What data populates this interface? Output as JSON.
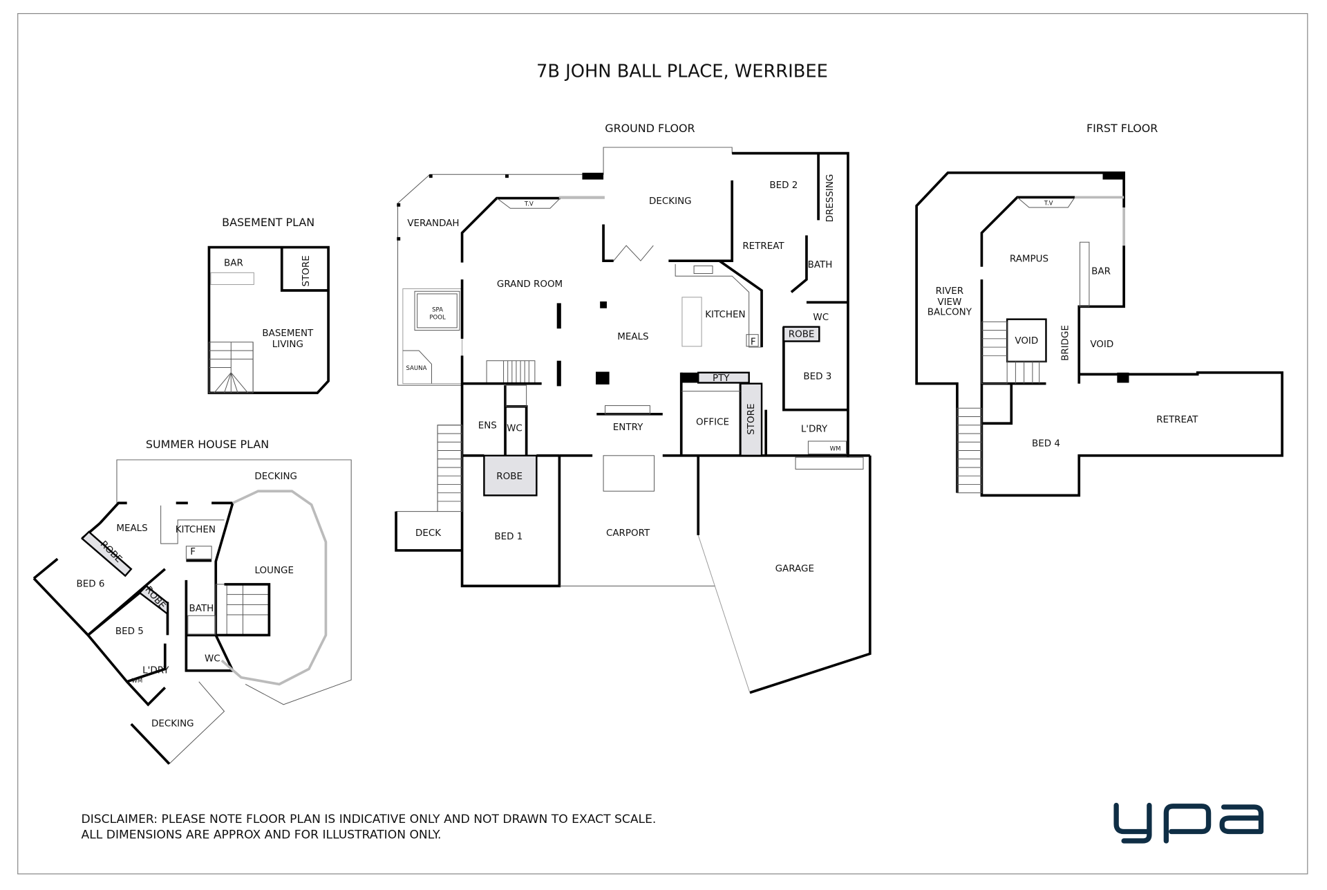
{
  "title": "7B JOHN BALL PLACE, WERRIBEE",
  "plans": {
    "ground_floor": {
      "heading": "GROUND FLOOR",
      "rooms": {
        "verandah": "VERANDAH",
        "grand_room": "GRAND ROOM",
        "decking": "DECKING",
        "bed2": "BED 2",
        "dressing": "DRESSING",
        "retreat": "RETREAT",
        "bath": "BATH",
        "kitchen": "KITCHEN",
        "meals": "MEALS",
        "wc": "WC",
        "robe": "ROBE",
        "bed3": "BED 3",
        "pty": "PTY",
        "office": "OFFICE",
        "store": "STORE",
        "ldry": "L'DRY",
        "entry": "ENTRY",
        "ens": "ENS",
        "wc2": "WC",
        "robe2": "ROBE",
        "bed1": "BED 1",
        "deck": "DECK",
        "carport": "CARPORT",
        "garage": "GARAGE",
        "spa": "SPA",
        "pool": "POOL",
        "sauna": "SAUNA",
        "tv": "T.V",
        "fridge": "F",
        "wm": "WM"
      }
    },
    "first_floor": {
      "heading": "FIRST FLOOR",
      "rooms": {
        "balcony1": "RIVER",
        "balcony2": "VIEW",
        "balcony3": "BALCONY",
        "rampus": "RAMPUS",
        "bar": "BAR",
        "void1": "VOID",
        "bridge": "BRIDGE",
        "void2": "VOID",
        "bed4": "BED 4",
        "retreat": "RETREAT",
        "tv": "T.V"
      }
    },
    "basement": {
      "heading": "BASEMENT PLAN",
      "rooms": {
        "bar": "BAR",
        "store": "STORE",
        "living1": "BASEMENT",
        "living2": "LIVING"
      }
    },
    "summer_house": {
      "heading": "SUMMER HOUSE PLAN",
      "rooms": {
        "decking": "DECKING",
        "meals": "MEALS",
        "kitchen": "KITCHEN",
        "robe1": "ROBE",
        "robe2": "ROBE",
        "bed6": "BED 6",
        "bed5": "BED 5",
        "lounge": "LOUNGE",
        "bath": "BATH",
        "wc": "WC",
        "ldry": "L'DRY",
        "decking2": "DECKING",
        "fridge": "F",
        "wm": "WM"
      }
    }
  },
  "disclaimer": {
    "line1": "DISCLAIMER: PLEASE NOTE FLOOR PLAN IS INDICATIVE ONLY AND NOT DRAWN TO EXACT SCALE.",
    "line2": "ALL DIMENSIONS ARE APPROX AND FOR ILLUSTRATION ONLY."
  },
  "logo": {
    "text": "ypa",
    "color": "#0f2e45"
  }
}
